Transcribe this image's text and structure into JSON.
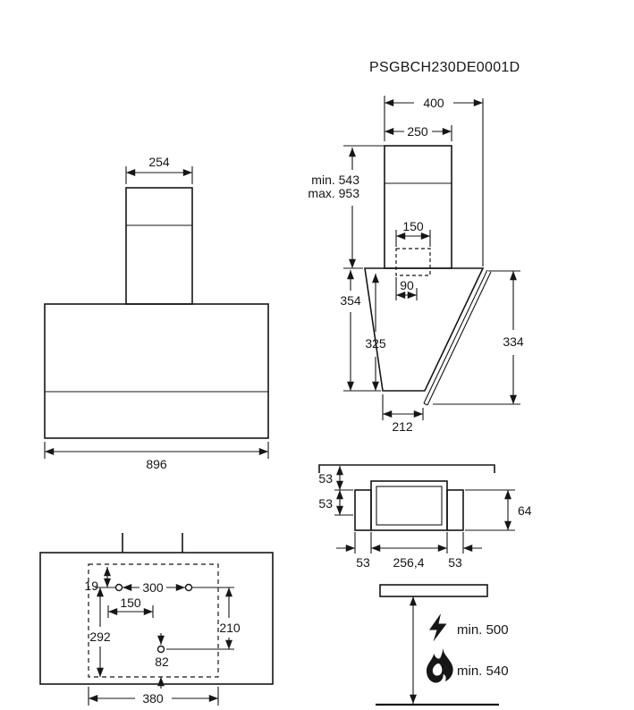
{
  "product_code": "PSGBCH230DE0001D",
  "front_view": {
    "chimney_width": "254",
    "body_width": "896"
  },
  "side_view": {
    "total_depth": "400",
    "chimney_depth": "250",
    "height_min": "min. 543",
    "height_max": "max. 953",
    "duct_width": "150",
    "duct_offset": "90",
    "rear_height": "354",
    "inner_height": "325",
    "front_height": "334",
    "bottom_depth": "212"
  },
  "bracket_view": {
    "top_offset": "53",
    "mid_offset": "53",
    "side_height": "64",
    "bottom_left": "53",
    "bottom_center": "256,4",
    "bottom_right": "53"
  },
  "drill_template": {
    "top_hole_offset": "19",
    "hole_spacing_top": "300",
    "hole_spacing_mid": "150",
    "right_height": "210",
    "left_height": "292",
    "bottom_hole_offset": "82",
    "template_width": "380"
  },
  "clearance": {
    "electric_min": "min. 500",
    "gas_min": "min. 540"
  }
}
